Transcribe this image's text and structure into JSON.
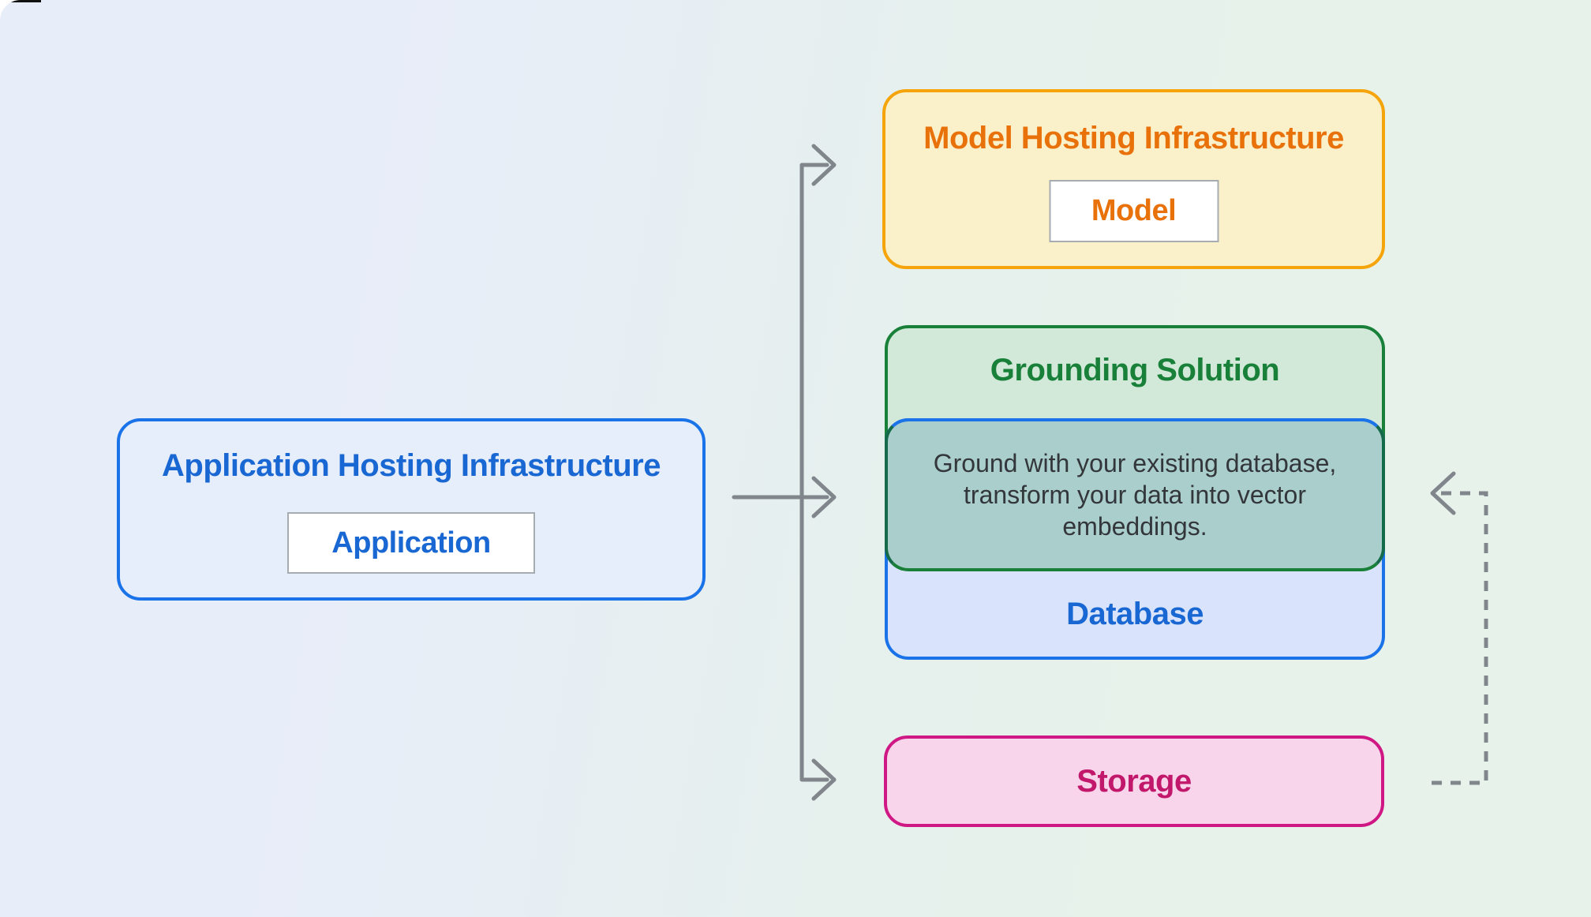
{
  "nodes": {
    "application_hosting": {
      "title": "Application Hosting Infrastructure",
      "inner_label": "Application"
    },
    "model_hosting": {
      "title": "Model Hosting Infrastructure",
      "inner_label": "Model"
    },
    "grounding_solution": {
      "title": "Grounding Solution",
      "description_lines": [
        "Ground with your existing database,",
        "transform your data into vector",
        "embeddings."
      ],
      "database_label": "Database"
    },
    "storage": {
      "label": "Storage"
    }
  },
  "colors": {
    "background_left": "#e8edfa",
    "background_right": "#e6f2ea",
    "app_border": "#1a73e8",
    "app_fill": "#e7eefb",
    "app_text": "#1967d2",
    "model_border": "#f5a50b",
    "model_fill": "#faf0c9",
    "model_text": "#e8710a",
    "grounding_border": "#188038",
    "grounding_fill": "#d2e8d9",
    "grounding_text": "#188038",
    "database_border": "#1a73e8",
    "database_fill": "#d9e4fc",
    "database_text": "#1967d2",
    "overlap_fill": "#a9cecb",
    "overlap_text": "#33363a",
    "storage_border": "#d01884",
    "storage_fill": "#f8d5eb",
    "storage_text": "#c2186b",
    "arrow": "#80868b"
  }
}
